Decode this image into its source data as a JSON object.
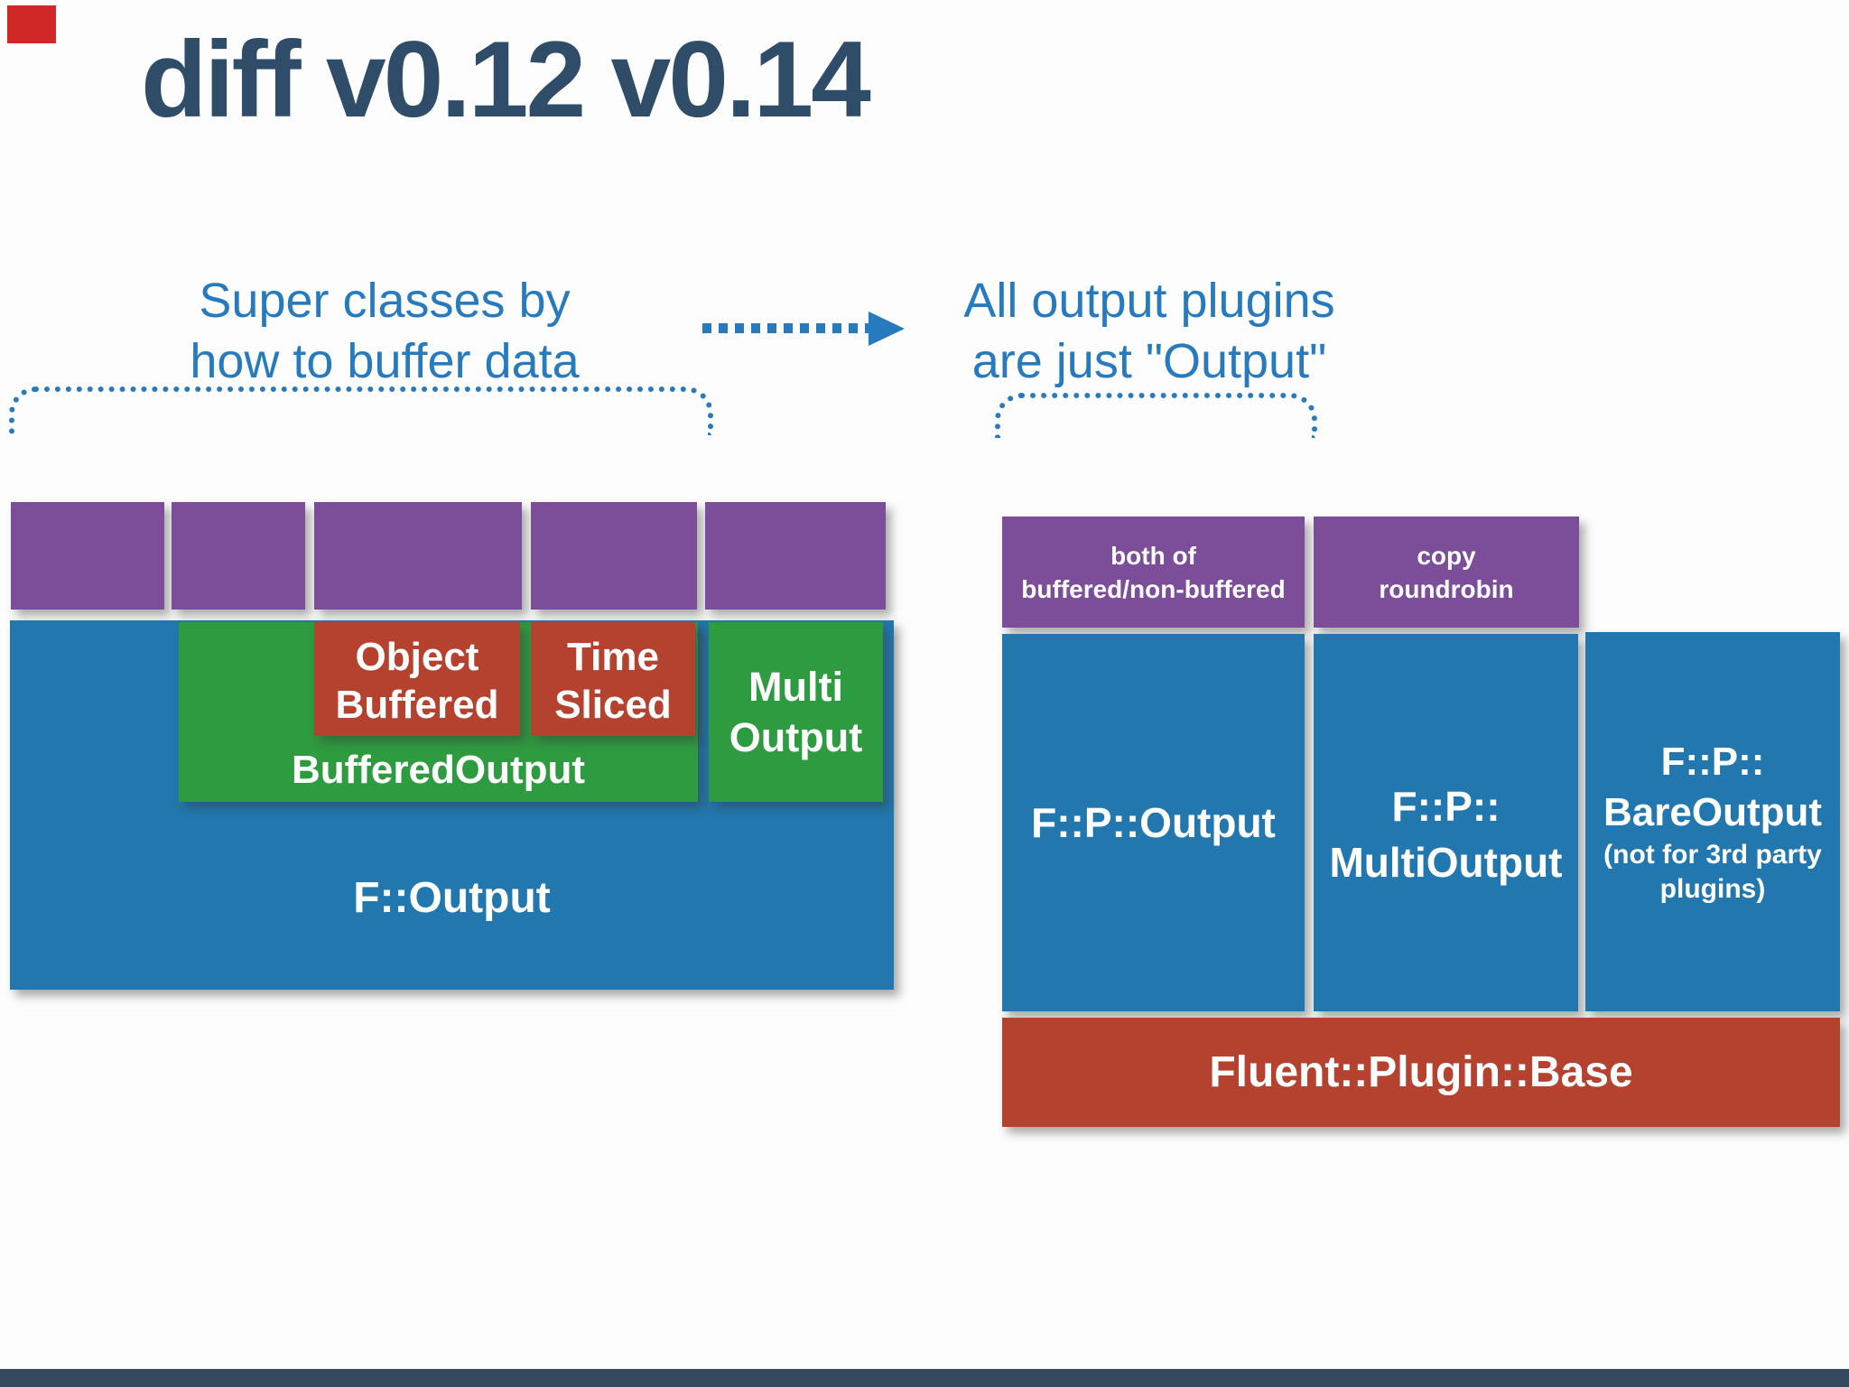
{
  "title": "diff v0.12 v0.14",
  "annotations": {
    "left": {
      "line1": "Super classes by",
      "line2": "how to buffer data"
    },
    "right": {
      "line1": "All output plugins",
      "line2": "are just \"Output\""
    }
  },
  "left_diagram": {
    "plugin_block_count": 5,
    "base_label": "F::Output",
    "buffered_output_label": "BufferedOutput",
    "object_buffered": {
      "line1": "Object",
      "line2": "Buffered"
    },
    "time_sliced": {
      "line1": "Time",
      "line2": "Sliced"
    },
    "multi_output": {
      "line1": "Multi",
      "line2": "Output"
    }
  },
  "right_diagram": {
    "helper_left": {
      "line1": "both of",
      "line2": "buffered/non-buffered"
    },
    "helper_right": {
      "line1": "copy",
      "line2": "roundrobin"
    },
    "output_label": "F::P::Output",
    "multi_output": {
      "line1": "F::P::",
      "line2": "MultiOutput"
    },
    "bare_output": {
      "line1": "F::P::",
      "line2": "BareOutput",
      "note1": "(not for 3rd party",
      "note2": "plugins)"
    },
    "base_label": "Fluent::Plugin::Base"
  },
  "colors": {
    "title_text": "#2f4c68",
    "annotation_blue": "#287abe",
    "purple_block": "#7c4e99",
    "blue_block": "#2278ae",
    "green_block": "#2f9b40",
    "red_block": "#b5412f",
    "footer_bar": "#344a5f",
    "corner_square": "#d02826"
  }
}
